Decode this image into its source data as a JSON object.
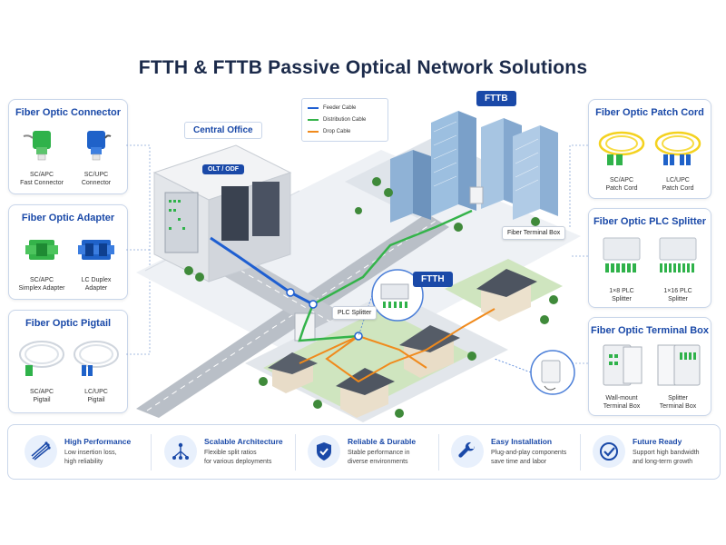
{
  "title": "FTTH & FTTB Passive Optical Network Solutions",
  "left_panels": [
    {
      "title": "Fiber Optic Connector",
      "items": [
        {
          "label": "SC/APC\nFast Connector"
        },
        {
          "label": "SC/UPC\nConnector"
        }
      ]
    },
    {
      "title": "Fiber Optic Adapter",
      "items": [
        {
          "label": "SC/APC\nSimplex Adapter"
        },
        {
          "label": "LC Duplex\nAdapter"
        }
      ]
    },
    {
      "title": "Fiber Optic Pigtail",
      "items": [
        {
          "label": "SC/APC\nPigtail"
        },
        {
          "label": "LC/UPC\nPigtail"
        }
      ]
    }
  ],
  "right_panels": [
    {
      "title": "Fiber Optic Patch Cord",
      "items": [
        {
          "label": "SC/APC\nPatch Cord"
        },
        {
          "label": "LC/UPC\nPatch Cord"
        }
      ]
    },
    {
      "title": "Fiber Optic PLC Splitter",
      "items": [
        {
          "label": "1×8 PLC\nSplitter"
        },
        {
          "label": "1×16 PLC\nSplitter"
        }
      ]
    },
    {
      "title": "Fiber Optic Terminal Box",
      "items": [
        {
          "label": "Wall-mount\nTerminal Box"
        },
        {
          "label": "Splitter\nTerminal Box"
        }
      ]
    }
  ],
  "diagram": {
    "central_office": "Central Office",
    "olt_odf": "OLT / ODF",
    "fttb": "FTTB",
    "ftth": "FTTH",
    "plc_splitter": "PLC Splitter",
    "fiber_terminal_box": "Fiber Terminal Box"
  },
  "legend": [
    {
      "label": "Feeder Cable",
      "color": "#1f5fd1"
    },
    {
      "label": "Distribution Cable",
      "color": "#34b34a"
    },
    {
      "label": "Drop Cable",
      "color": "#f08a1c"
    }
  ],
  "features": [
    {
      "title": "High Performance",
      "desc": [
        "Low insertion loss,",
        "high reliability"
      ],
      "icon": "fiber-bundle-icon"
    },
    {
      "title": "Scalable Architecture",
      "desc": [
        "Flexible split ratios",
        "for various deployments"
      ],
      "icon": "network-tree-icon"
    },
    {
      "title": "Reliable & Durable",
      "desc": [
        "Stable performance in",
        "diverse environments"
      ],
      "icon": "shield-check-icon"
    },
    {
      "title": "Easy Installation",
      "desc": [
        "Plug-and-play components",
        "save time and labor"
      ],
      "icon": "wrench-icon"
    },
    {
      "title": "Future Ready",
      "desc": [
        "Support high bandwidth",
        "and long-term growth"
      ],
      "icon": "check-circle-icon"
    }
  ],
  "colors": {
    "accent": "#1a49a8",
    "feeder": "#1f5fd1",
    "distribution": "#34b34a",
    "drop": "#f08a1c"
  }
}
